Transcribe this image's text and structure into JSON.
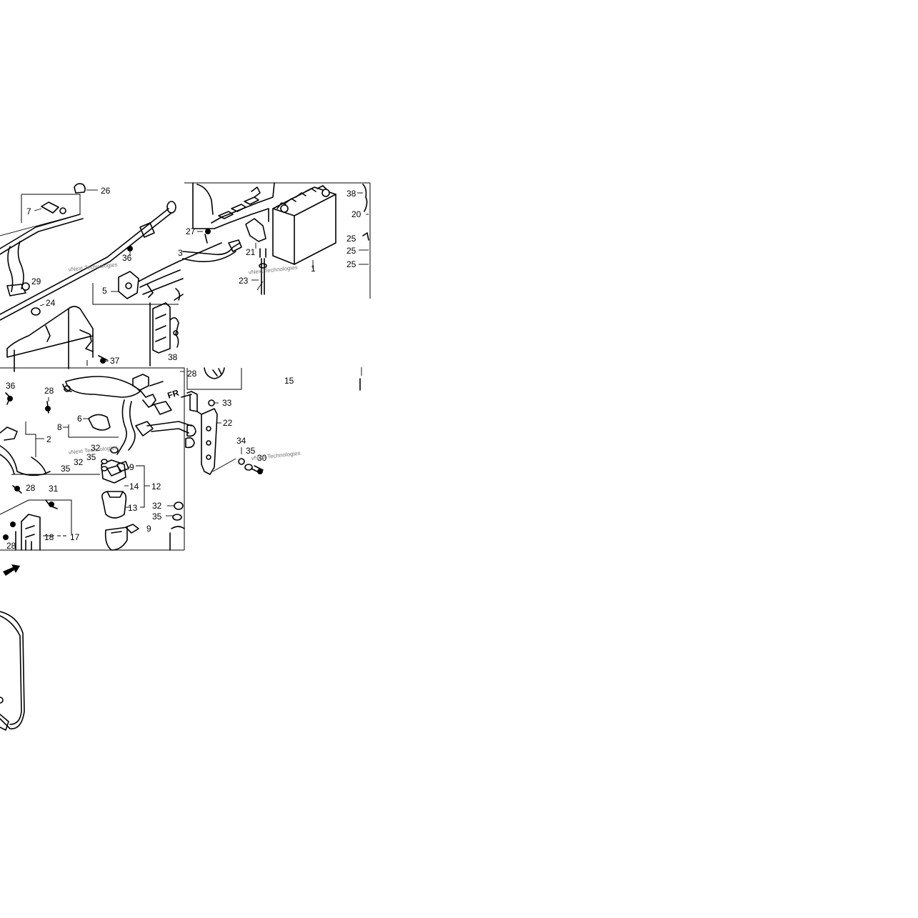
{
  "diagram": {
    "callouts": [
      {
        "id": "c26",
        "label": "26"
      },
      {
        "id": "c7",
        "label": "7"
      },
      {
        "id": "c36a",
        "label": "36"
      },
      {
        "id": "c29",
        "label": "29"
      },
      {
        "id": "c24",
        "label": "24"
      },
      {
        "id": "c5",
        "label": "5"
      },
      {
        "id": "c3",
        "label": "3"
      },
      {
        "id": "c37",
        "label": "37"
      },
      {
        "id": "c38a",
        "label": "38"
      },
      {
        "id": "c28a",
        "label": "28"
      },
      {
        "id": "c27",
        "label": "27"
      },
      {
        "id": "c21",
        "label": "21"
      },
      {
        "id": "c23",
        "label": "23"
      },
      {
        "id": "c1",
        "label": "1"
      },
      {
        "id": "c38b",
        "label": "38"
      },
      {
        "id": "c20",
        "label": "20"
      },
      {
        "id": "c25a",
        "label": "25"
      },
      {
        "id": "c25b",
        "label": "25"
      },
      {
        "id": "c25c",
        "label": "25"
      },
      {
        "id": "c15",
        "label": "15"
      },
      {
        "id": "c36b",
        "label": "36"
      },
      {
        "id": "c28b",
        "label": "28"
      },
      {
        "id": "c8",
        "label": "8"
      },
      {
        "id": "c6",
        "label": "6"
      },
      {
        "id": "c2",
        "label": "2"
      },
      {
        "id": "c32a",
        "label": "32"
      },
      {
        "id": "c35a",
        "label": "35"
      },
      {
        "id": "c32b",
        "label": "32"
      },
      {
        "id": "c35b",
        "label": "35"
      },
      {
        "id": "c9a",
        "label": "9"
      },
      {
        "id": "c14",
        "label": "14"
      },
      {
        "id": "c12",
        "label": "12"
      },
      {
        "id": "c13",
        "label": "13"
      },
      {
        "id": "c28c",
        "label": "28"
      },
      {
        "id": "c31",
        "label": "31"
      },
      {
        "id": "c18",
        "label": "18"
      },
      {
        "id": "c17",
        "label": "17"
      },
      {
        "id": "c28d",
        "label": "28"
      },
      {
        "id": "c32c",
        "label": "32"
      },
      {
        "id": "c35c",
        "label": "35"
      },
      {
        "id": "c9b",
        "label": "9"
      },
      {
        "id": "c33",
        "label": "33"
      },
      {
        "id": "c22",
        "label": "22"
      },
      {
        "id": "c34",
        "label": "34"
      },
      {
        "id": "c35d",
        "label": "35"
      },
      {
        "id": "c30",
        "label": "30"
      }
    ],
    "direction_mark": "FR",
    "watermark": "vNext Technologies"
  }
}
